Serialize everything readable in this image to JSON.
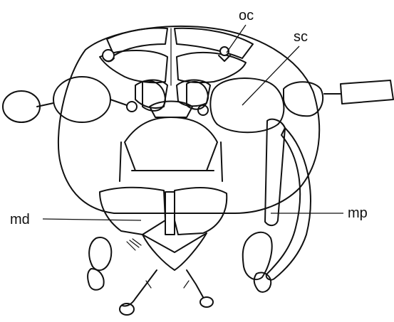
{
  "figure": {
    "labels": {
      "oc": "oc",
      "sc": "sc",
      "md": "md",
      "mp": "mp"
    },
    "colors": {
      "ink": "#111111",
      "paper": "#ffffff"
    }
  }
}
